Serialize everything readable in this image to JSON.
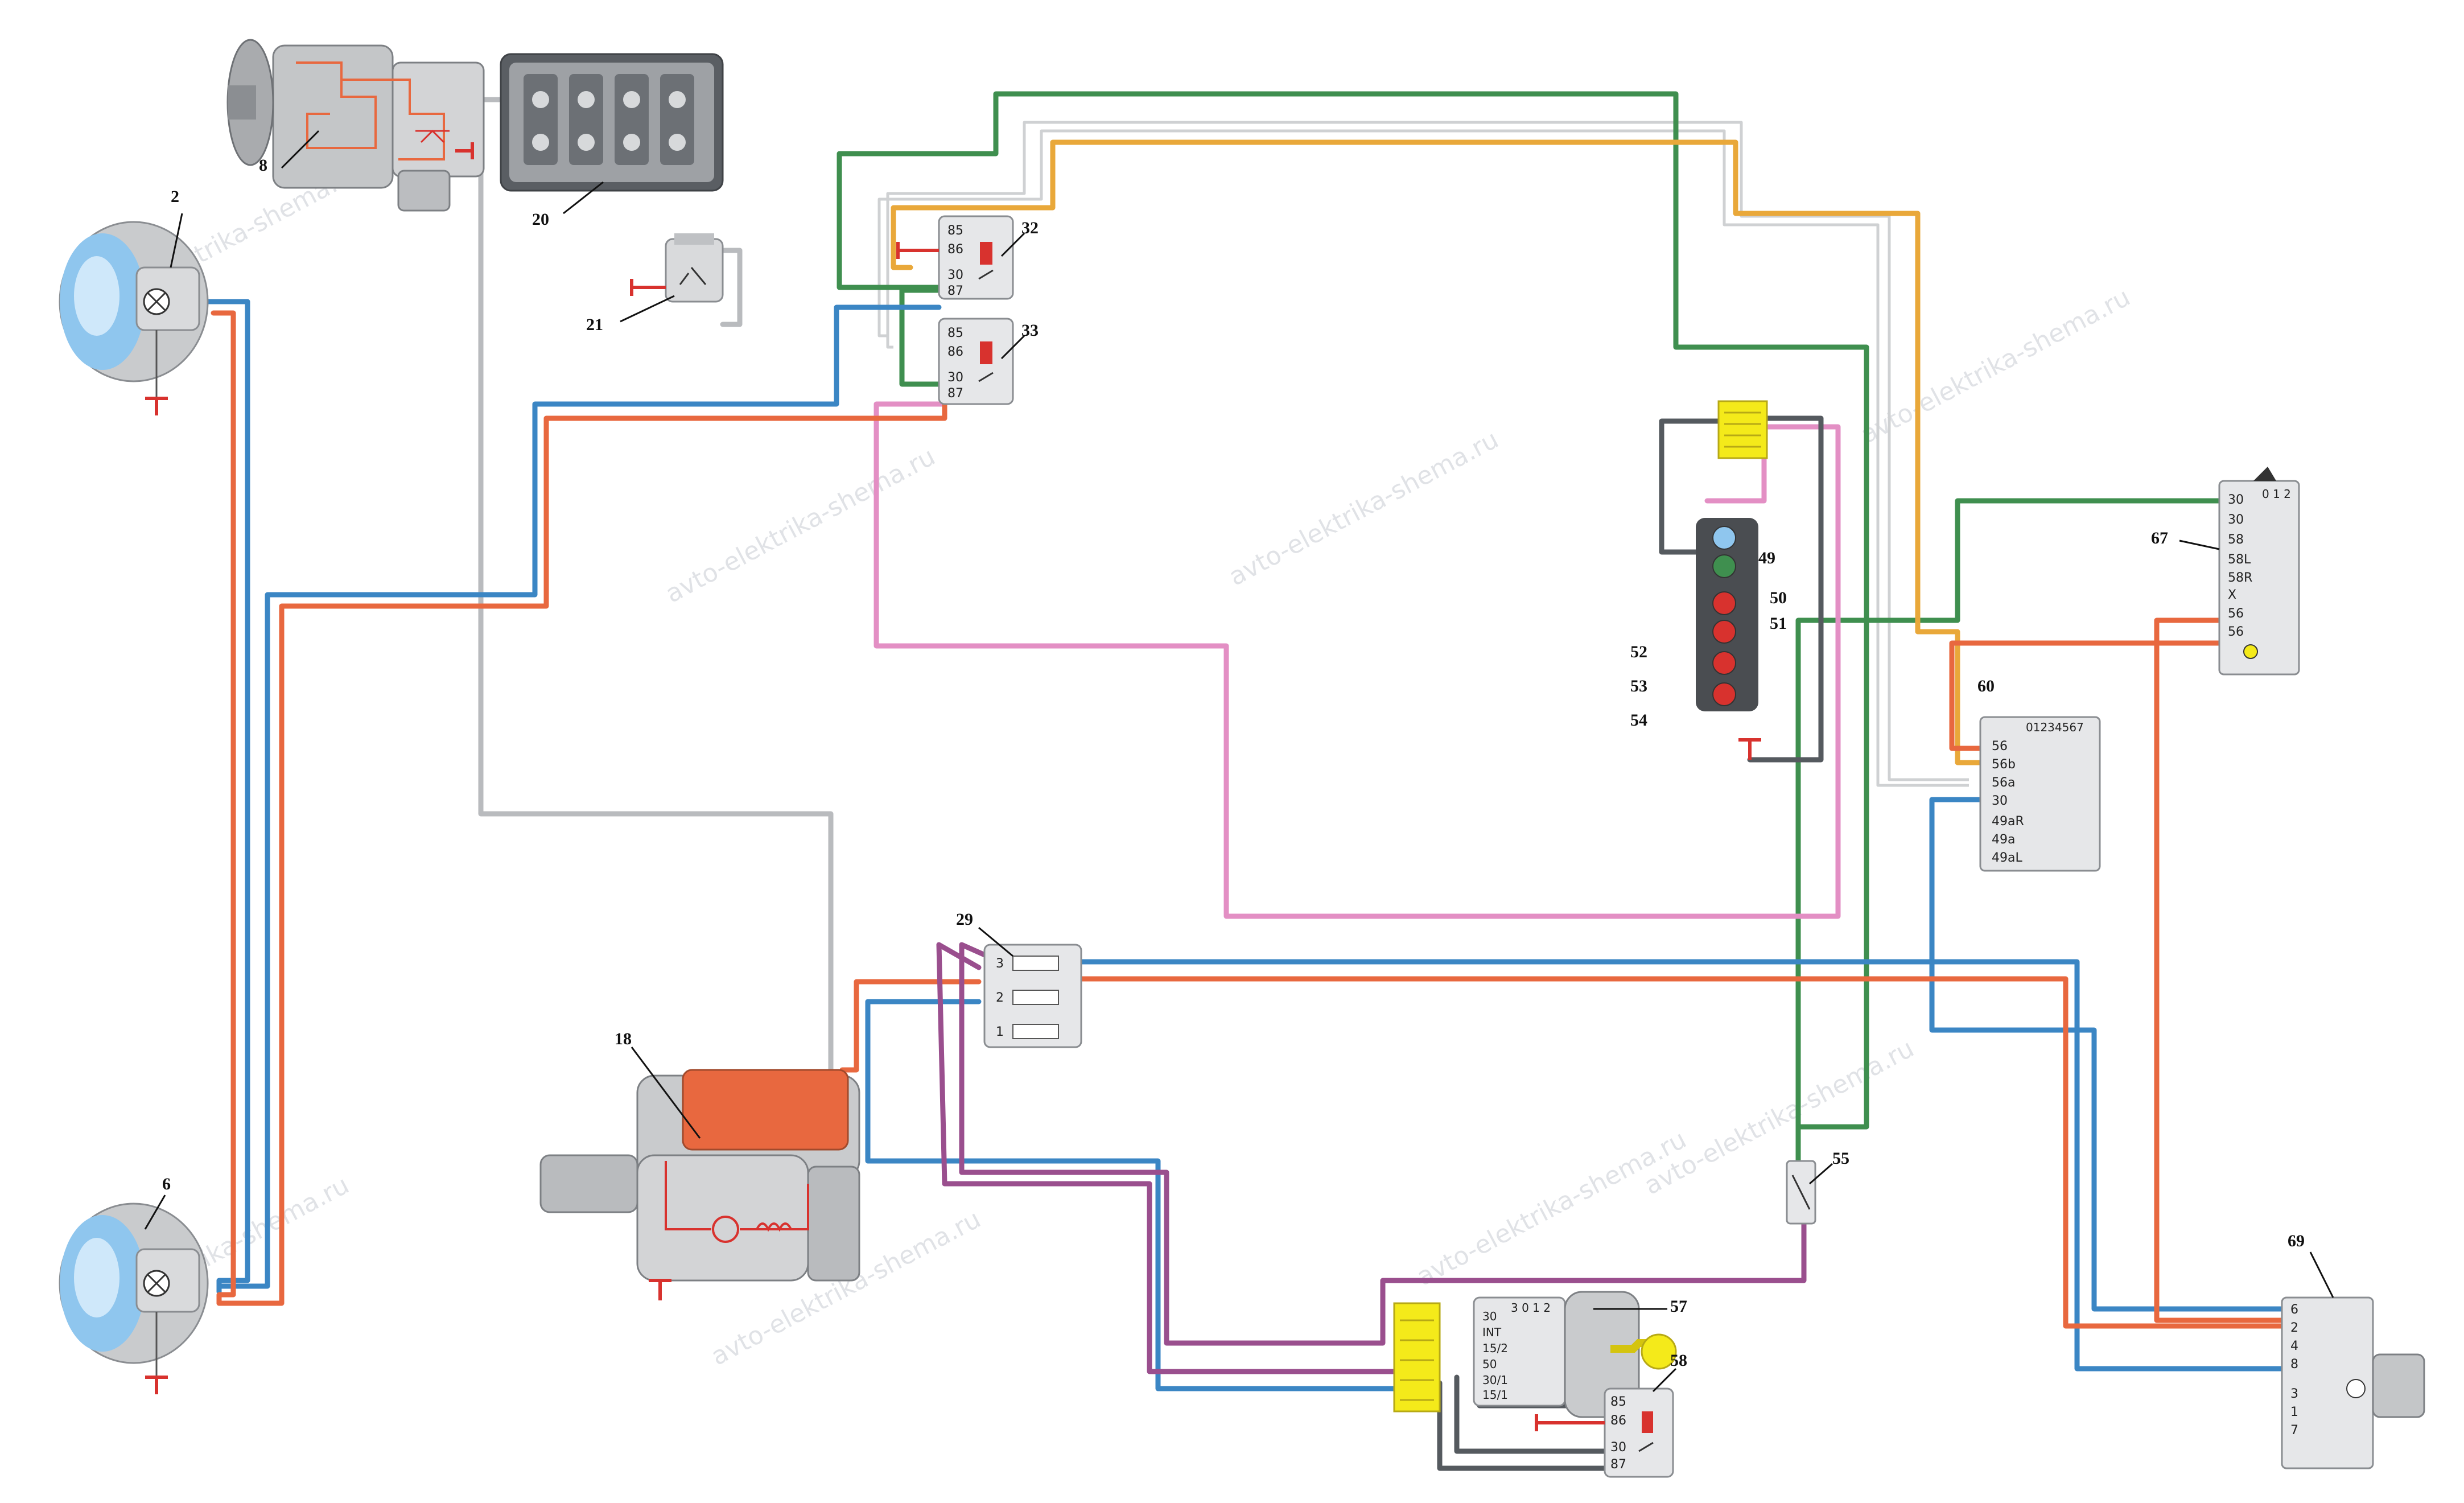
{
  "watermark": "avto-elektrika-shema.ru",
  "watermarks": [
    "avto-elektrika-shema.ru",
    "avto-elektrika-shema.ru",
    "avto-elektrika-shema.ru",
    "avto-elektrika-shema.ru",
    "avto-elektrika-shema.ru",
    "avto-elektrika-shema.ru",
    "avto-elektrika-shema.ru",
    "avto-elektrika-shema.ru"
  ],
  "colors": {
    "blue": "#3b86c4",
    "orange": "#e8683f",
    "green": "#3f8f4f",
    "yellow_orange": "#e9a83a",
    "pink": "#e38fc4",
    "purple": "#9a4f8e",
    "grey": "#b9bbbe",
    "white_wire": "#f1f1f1",
    "dark": "#555a5f",
    "red": "#d8322e",
    "yellow": "#f4ea1a"
  },
  "callouts": {
    "c2": "2",
    "c6": "6",
    "c8": "8",
    "c18": "18",
    "c20": "20",
    "c21": "21",
    "c29": "29",
    "c32": "32",
    "c33": "33",
    "c49": "49",
    "c50": "50",
    "c51": "51",
    "c52": "52",
    "c53": "53",
    "c54": "54",
    "c55": "55",
    "c57": "57",
    "c58": "58",
    "c60": "60",
    "c67": "67",
    "c69": "69"
  },
  "relay32": {
    "pins": [
      "85",
      "86",
      "30",
      "87"
    ]
  },
  "relay33": {
    "pins": [
      "85",
      "86",
      "30",
      "87"
    ]
  },
  "relay58": {
    "pins": [
      "85",
      "86",
      "30",
      "87"
    ]
  },
  "block29": {
    "pins": [
      "3",
      "2",
      "1"
    ]
  },
  "switch67": {
    "header": "0 1 2",
    "pins": [
      "30",
      "30",
      "58",
      "58L",
      "58R",
      "X",
      "56",
      "56"
    ]
  },
  "switch60": {
    "header": "01234567",
    "pins": [
      "56",
      "56b",
      "56a",
      "30",
      "49aR",
      "49a",
      "49aL"
    ]
  },
  "ignition57": {
    "header": "3 0 1 2",
    "pins": [
      "30",
      "INT",
      "15/2",
      "50",
      "30/1",
      "15/1"
    ]
  },
  "switch69": {
    "pins": [
      "6",
      "2",
      "4",
      "8",
      "3",
      "1",
      "7"
    ]
  }
}
